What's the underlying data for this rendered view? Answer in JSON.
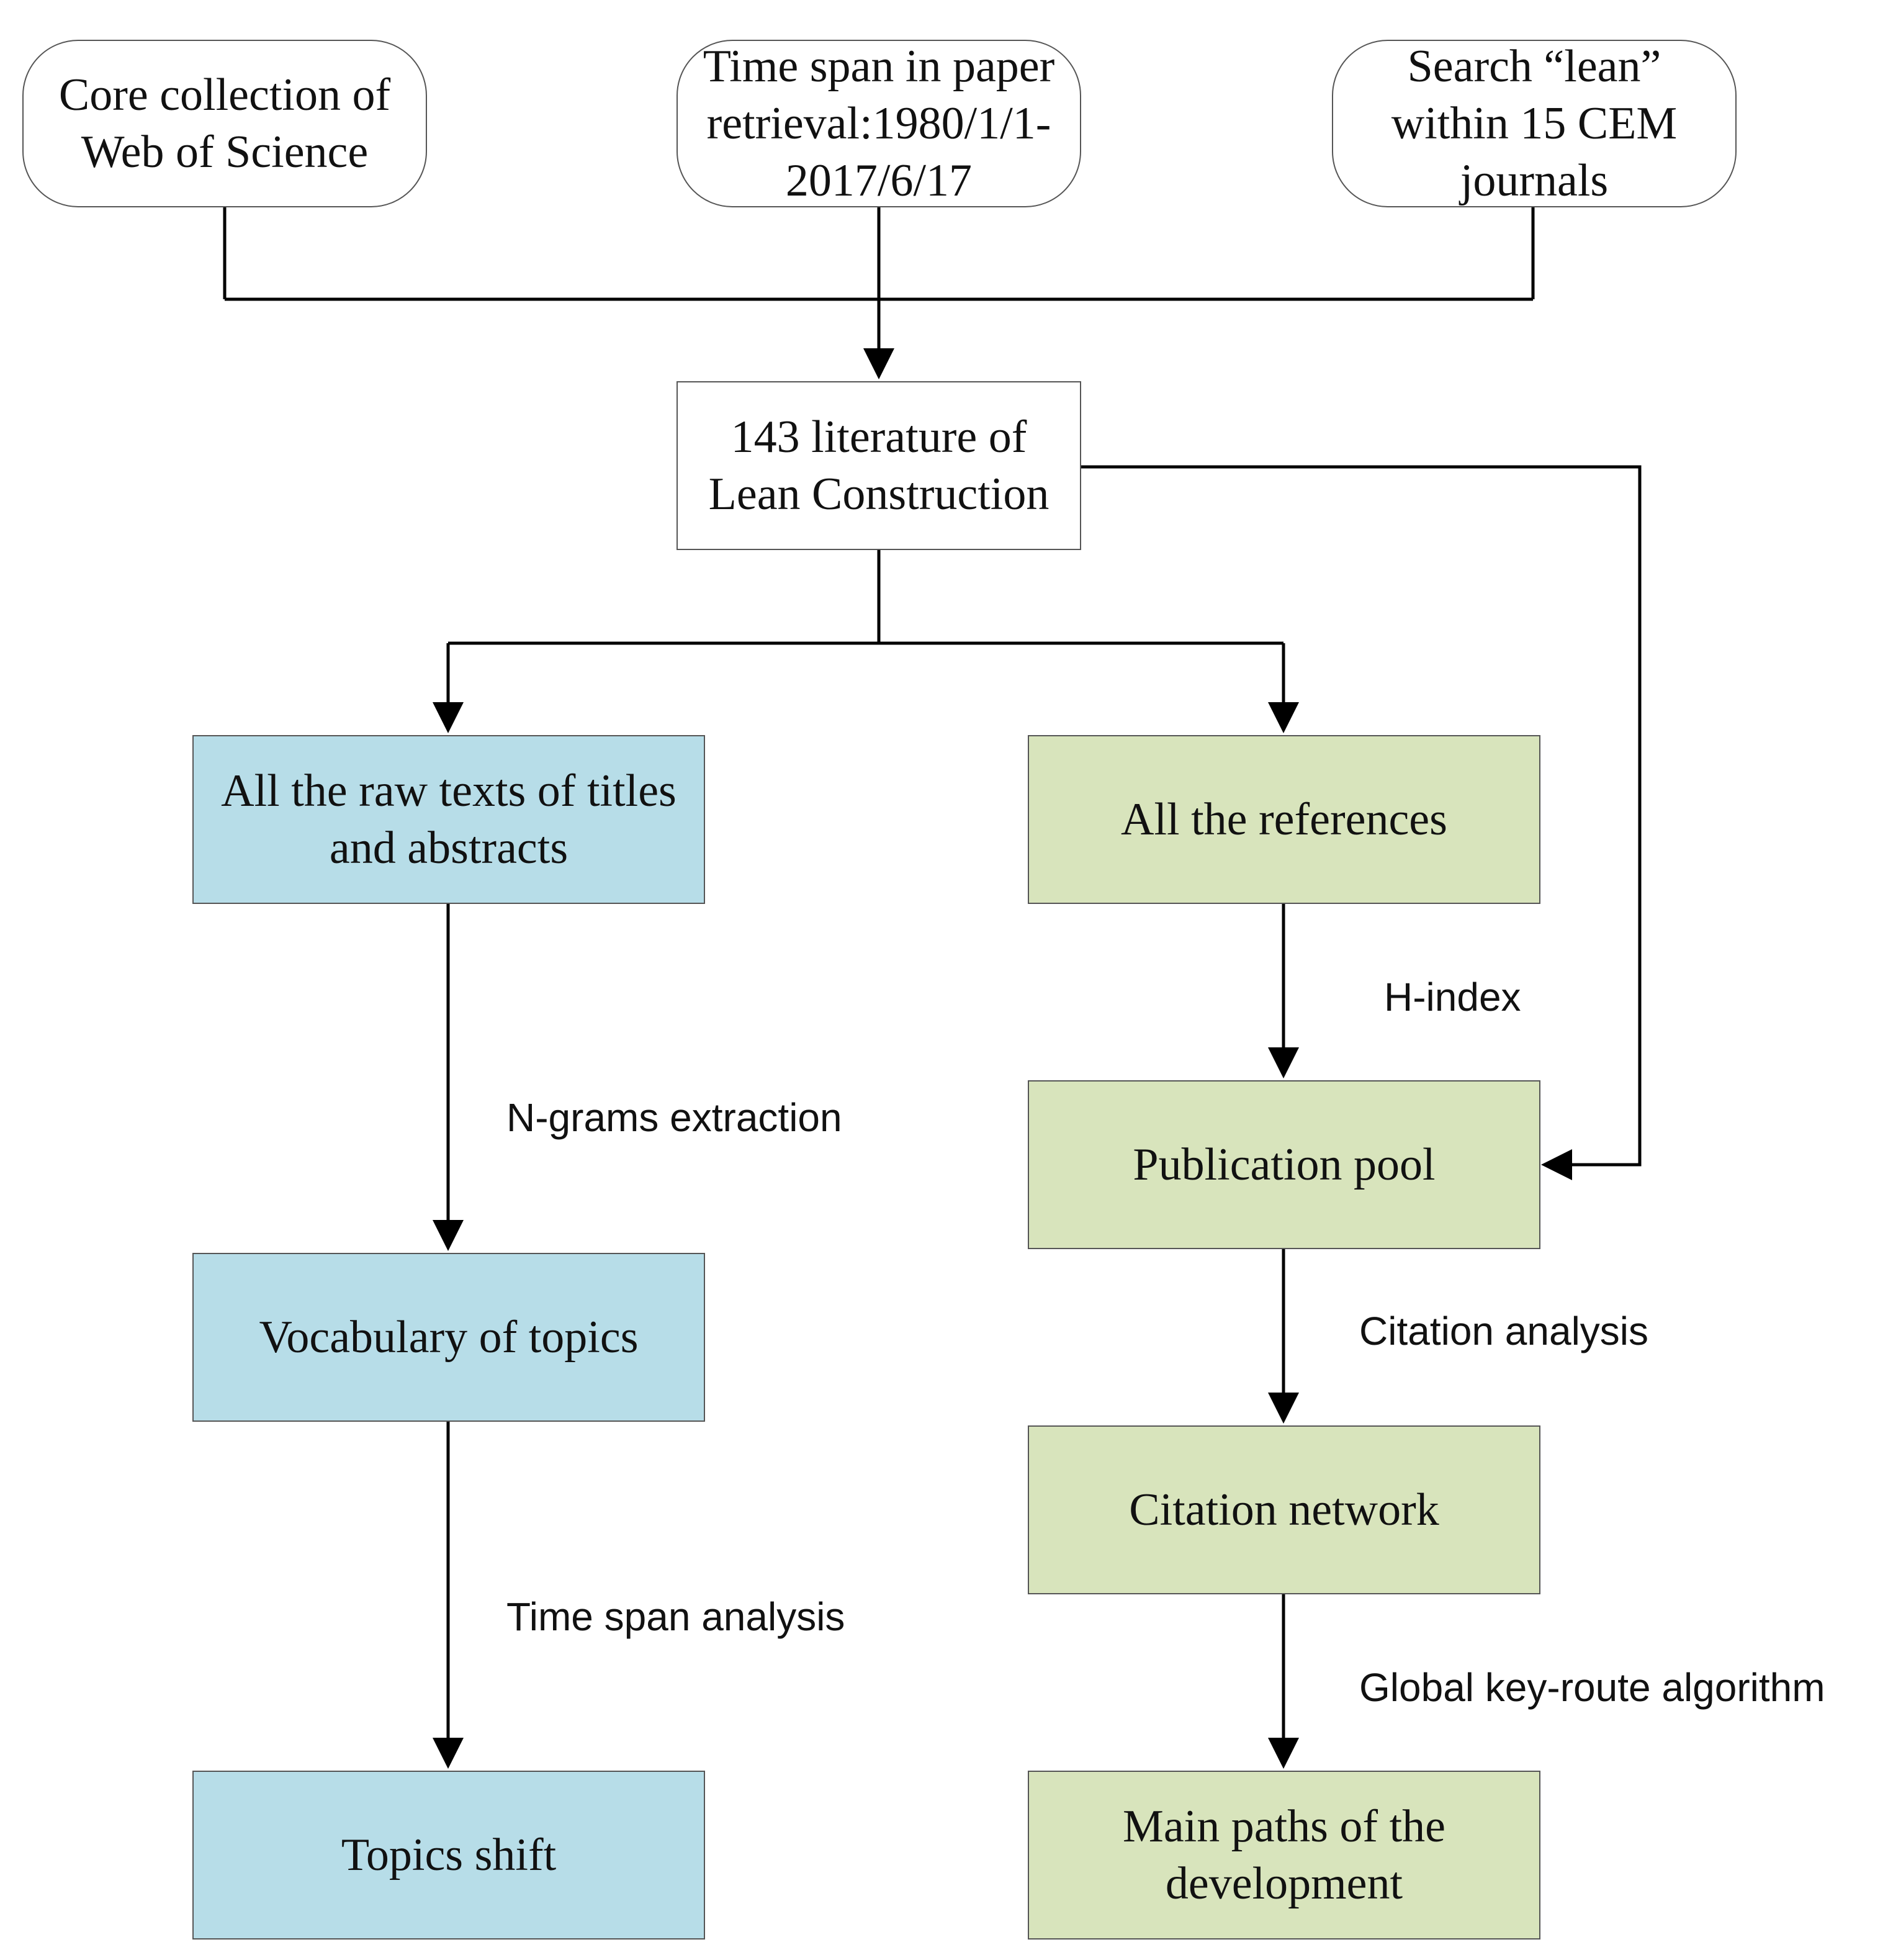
{
  "nodes": {
    "core_collection": "Core collection of\nWeb of Science",
    "time_span_retrieval": "Time span in paper\nretrieval:1980/1/1-\n2017/6/17",
    "search_lean": "Search “lean”\nwithin 15 CEM\njournals",
    "literature_143": "143 literature of\nLean Construction",
    "raw_texts": "All the raw texts of titles\nand abstracts",
    "vocabulary": "Vocabulary of topics",
    "topics_shift": "Topics shift",
    "references": "All the references",
    "publication_pool": "Publication pool",
    "citation_network": "Citation network",
    "main_paths": "Main paths of the\ndevelopment"
  },
  "edge_labels": {
    "ngrams": "N-grams extraction",
    "time_span_analysis": "Time span analysis",
    "h_index": "H-index",
    "citation_analysis": "Citation analysis",
    "global_key_route": "Global key-route algorithm"
  },
  "colors": {
    "text_branch_fill": "#b7dde8",
    "reference_branch_fill": "#d8e4bc",
    "line": "#000000"
  }
}
